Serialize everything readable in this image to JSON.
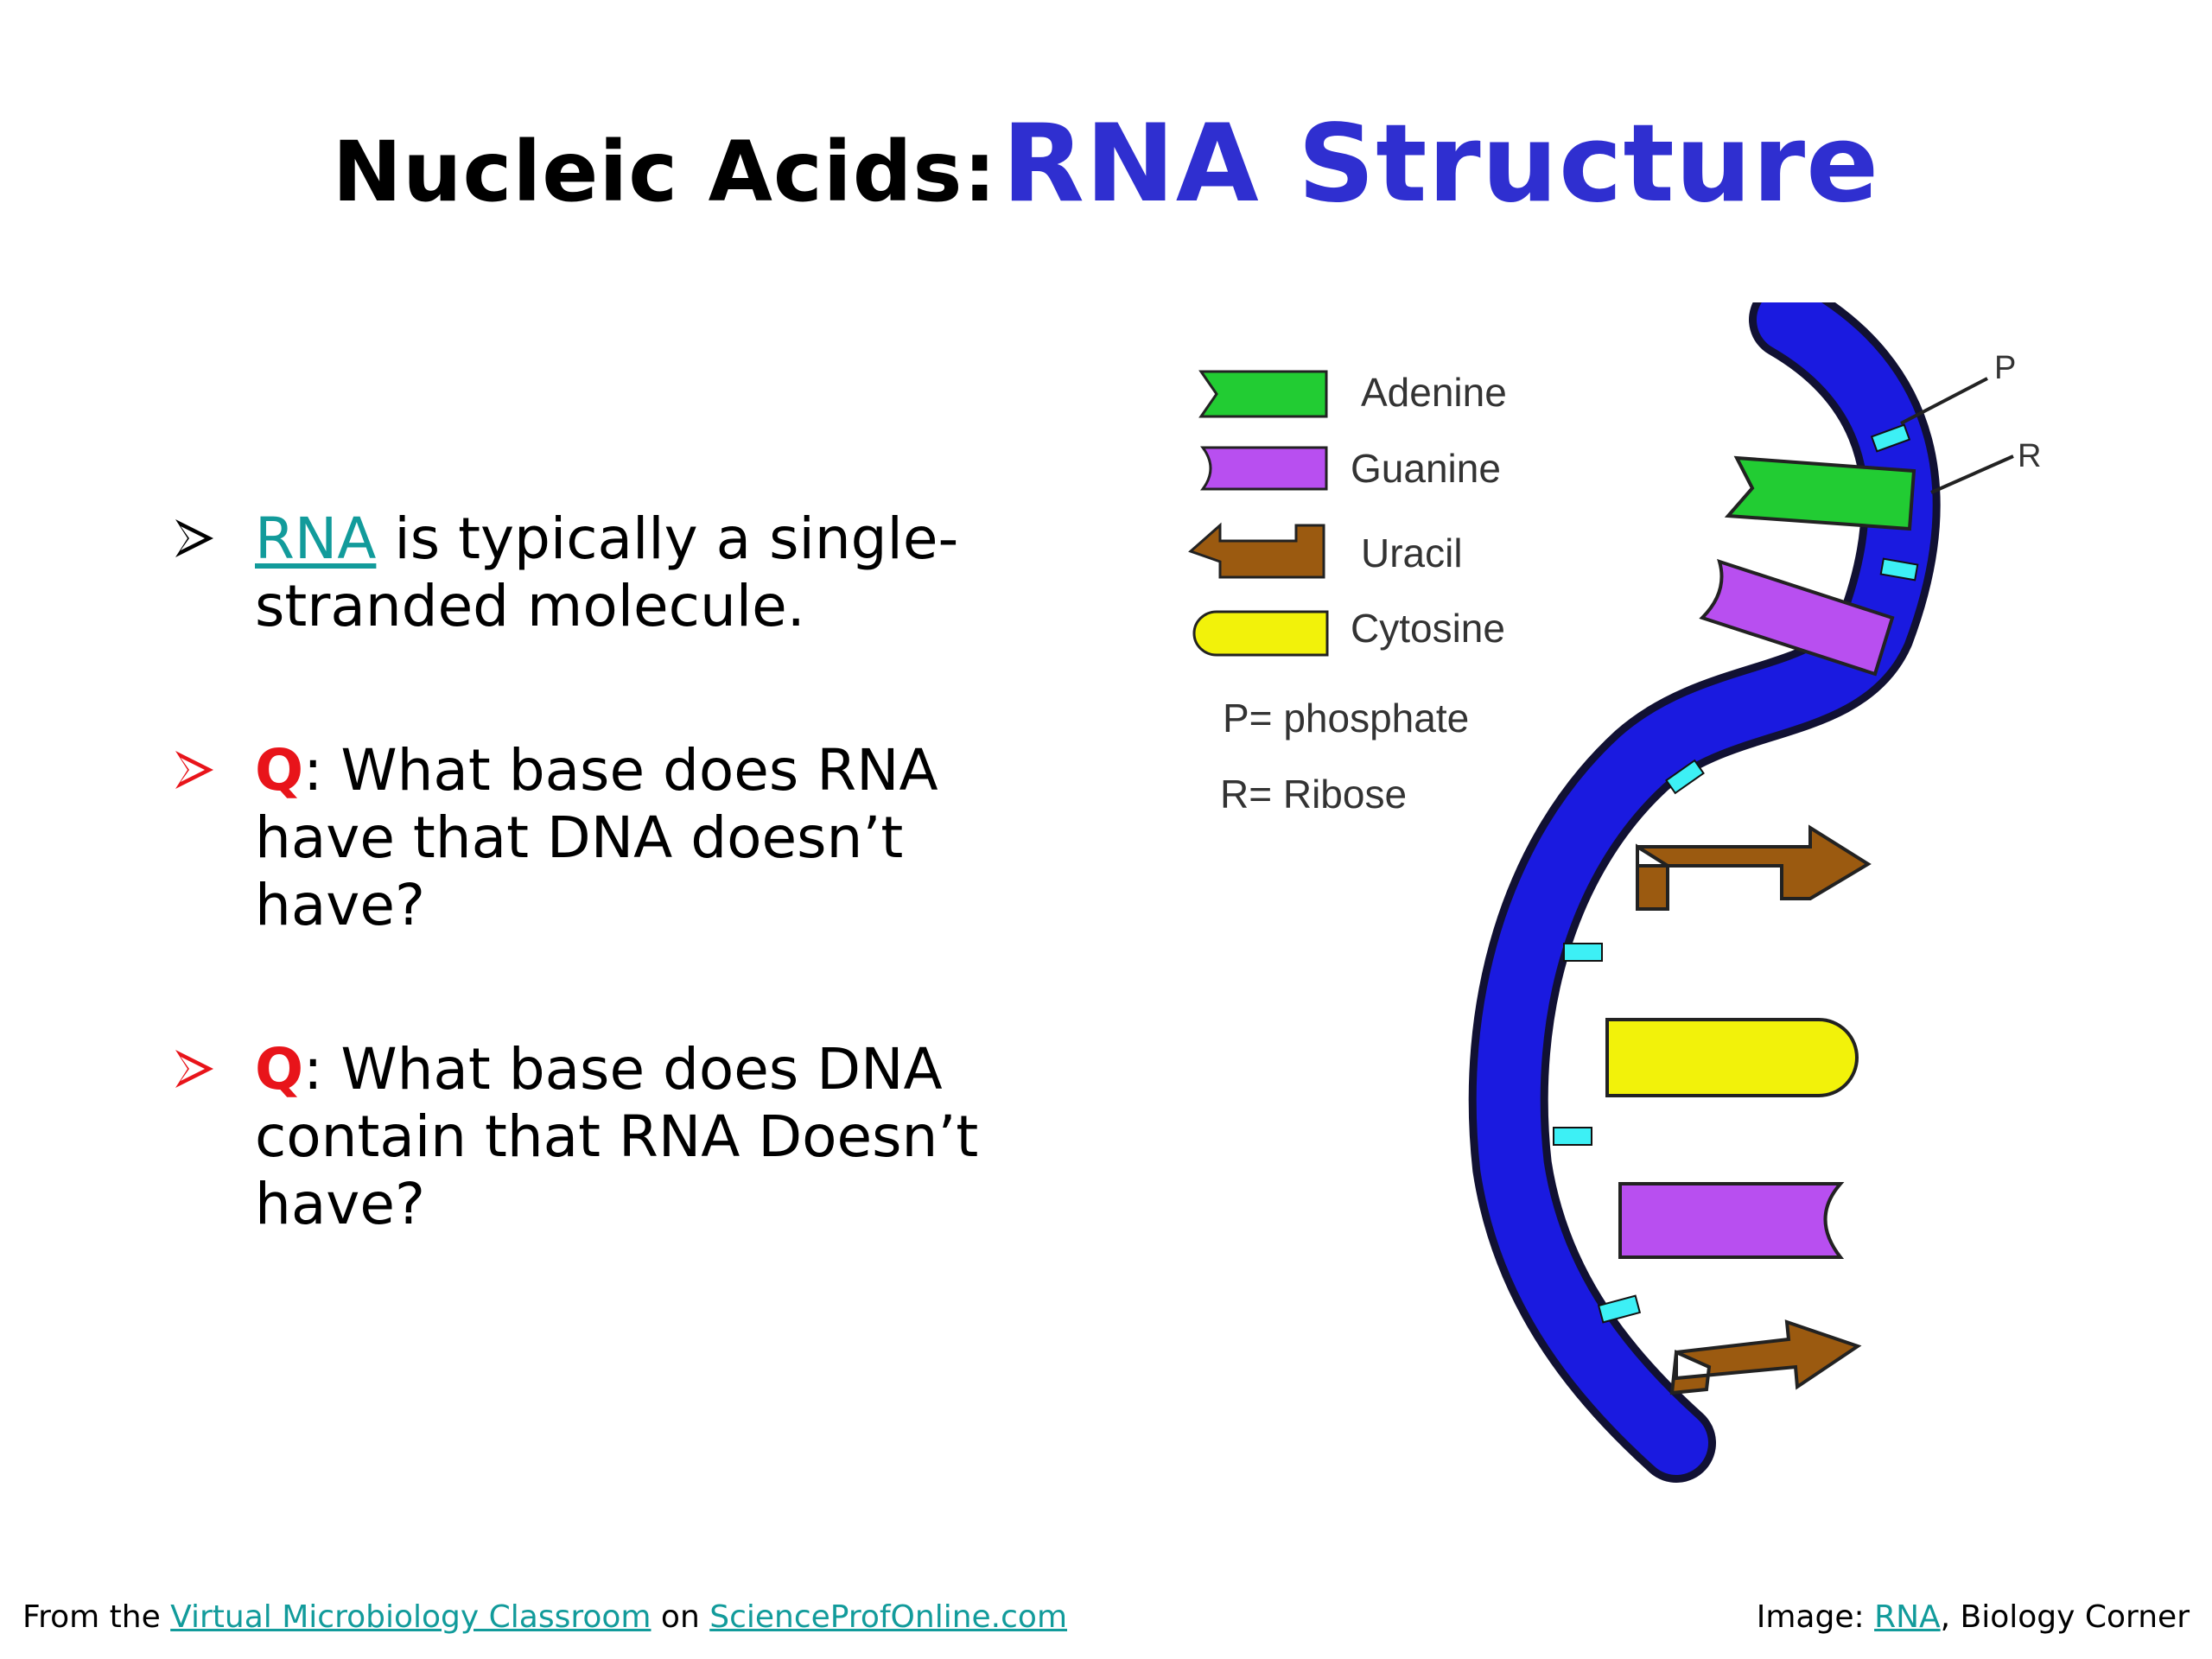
{
  "slide": {
    "title_prefix": "Nucleic Acids:",
    "title_main": "RNA Structure",
    "title_main_color": "#2f2fd0"
  },
  "bullets": [
    {
      "link": "RNA",
      "text": " is typically a single-stranded molecule."
    },
    {
      "label": "Q",
      "text": ":  What base does RNA have that DNA doesn’t have?"
    },
    {
      "label": "Q",
      "text": ":  What base does DNA contain that RNA Doesn’t have?"
    }
  ],
  "diagram": {
    "legend": [
      {
        "name": "Adenine",
        "color": "#22cc33"
      },
      {
        "name": "Guanine",
        "color": "#b84ff0"
      },
      {
        "name": "Uracil",
        "color": "#9b5a10"
      },
      {
        "name": "Cytosine",
        "color": "#f2f20a"
      }
    ],
    "notes": [
      "P= phosphate",
      "R= Ribose"
    ],
    "pointer_labels": {
      "p": "P",
      "r": "R"
    },
    "backbone_color": "#1a1ae0",
    "phosphate_color": "#3df0f5"
  },
  "footer": {
    "left_prefix": "From the ",
    "left_link1": "Virtual Microbiology Classroom",
    "left_mid": " on ",
    "left_link2": "ScienceProfOnline.com",
    "right_prefix": "Image: ",
    "right_link": "RNA",
    "right_suffix": ", Biology Corner"
  }
}
